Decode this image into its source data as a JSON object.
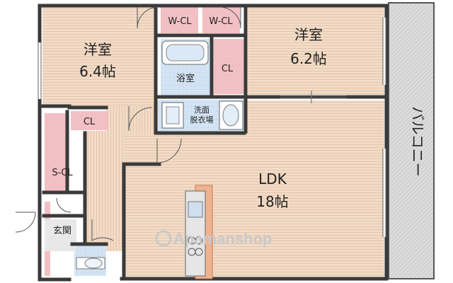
{
  "floorplan": {
    "rooms": {
      "western_left": {
        "name": "洋室",
        "size": "6.4帖"
      },
      "western_right": {
        "name": "洋室",
        "size": "6.2帖"
      },
      "ldk": {
        "name": "LDK",
        "size": "18帖"
      },
      "wcl_left": "W-CL",
      "wcl_right": "W-CL",
      "bath": "浴室",
      "cl_bath": "CL",
      "cl_left": "CL",
      "washroom": [
        "洗面",
        "脱衣場"
      ],
      "scl": "S-CL",
      "entrance": "玄関",
      "balcony": "バルコニー"
    },
    "watermark": "Apamanshop",
    "colors": {
      "floor_wood": "#f2dcc8",
      "wood_line": "#e6c6ab",
      "closet_pink": "#f3c4c8",
      "tile_blue": "#cfe0f2",
      "wall": "#3a3a3a",
      "balcony_gray": "#d9d9d9",
      "kitchen_orange": "#f0b38f"
    }
  }
}
